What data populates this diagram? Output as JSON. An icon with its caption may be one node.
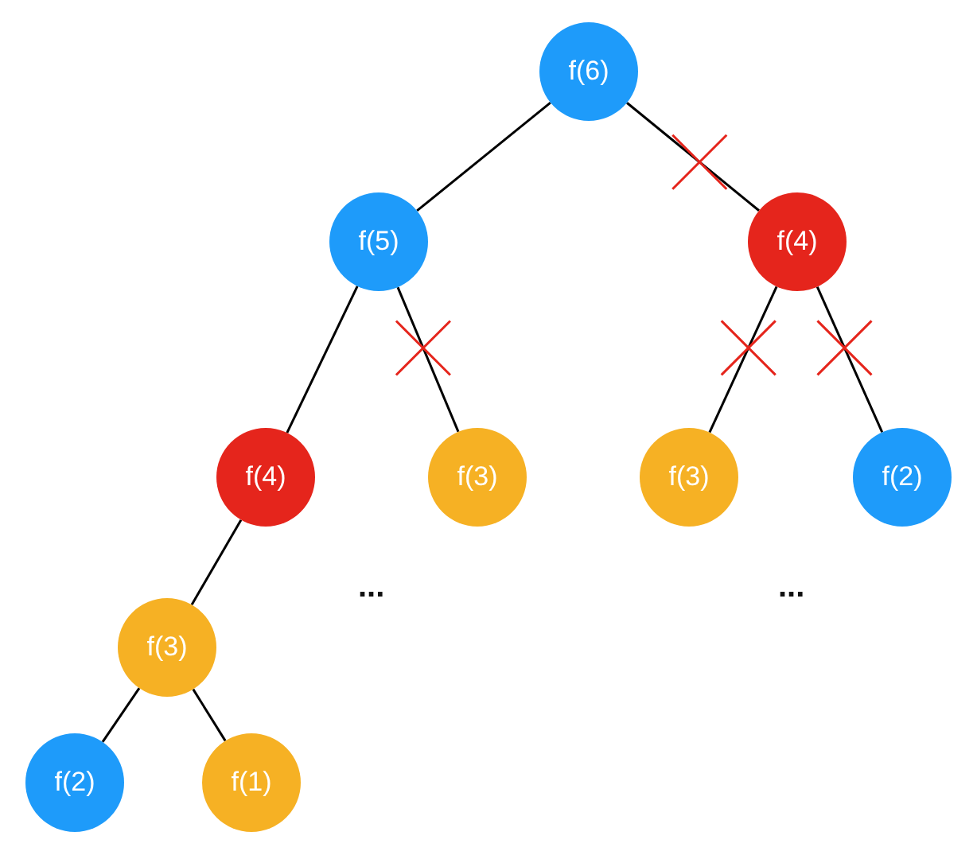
{
  "diagram": {
    "nodes": [
      {
        "text": [
          "f(6)"
        ]
      },
      {
        "text": [
          "f(5)"
        ]
      },
      {
        "text": [
          "f(4)"
        ]
      },
      {
        "text": [
          "f(4)"
        ]
      },
      {
        "text": [
          "f(3)"
        ]
      },
      {
        "text": [
          "f(3)"
        ]
      },
      {
        "text": [
          "f(2)"
        ]
      },
      {
        "text": [
          "f(3)"
        ]
      },
      {
        "text": [
          "f(2)"
        ]
      },
      {
        "text": [
          "f(1)"
        ]
      }
    ],
    "edges": [
      {
        "from": 0,
        "to": 1,
        "arrow": "none"
      },
      {
        "from": 0,
        "to": 2,
        "arrow": "none"
      },
      {
        "from": 1,
        "to": 3,
        "arrow": "none"
      },
      {
        "from": 1,
        "to": 4,
        "arrow": "none"
      },
      {
        "from": 2,
        "to": 5,
        "arrow": "none"
      },
      {
        "from": 2,
        "to": 6,
        "arrow": "none"
      },
      {
        "from": 3,
        "to": 7,
        "arrow": "none"
      },
      {
        "from": 7,
        "to": 8,
        "arrow": "none"
      },
      {
        "from": 7,
        "to": 9,
        "arrow": "none"
      }
    ],
    "labels": [
      "...",
      "..."
    ]
  }
}
